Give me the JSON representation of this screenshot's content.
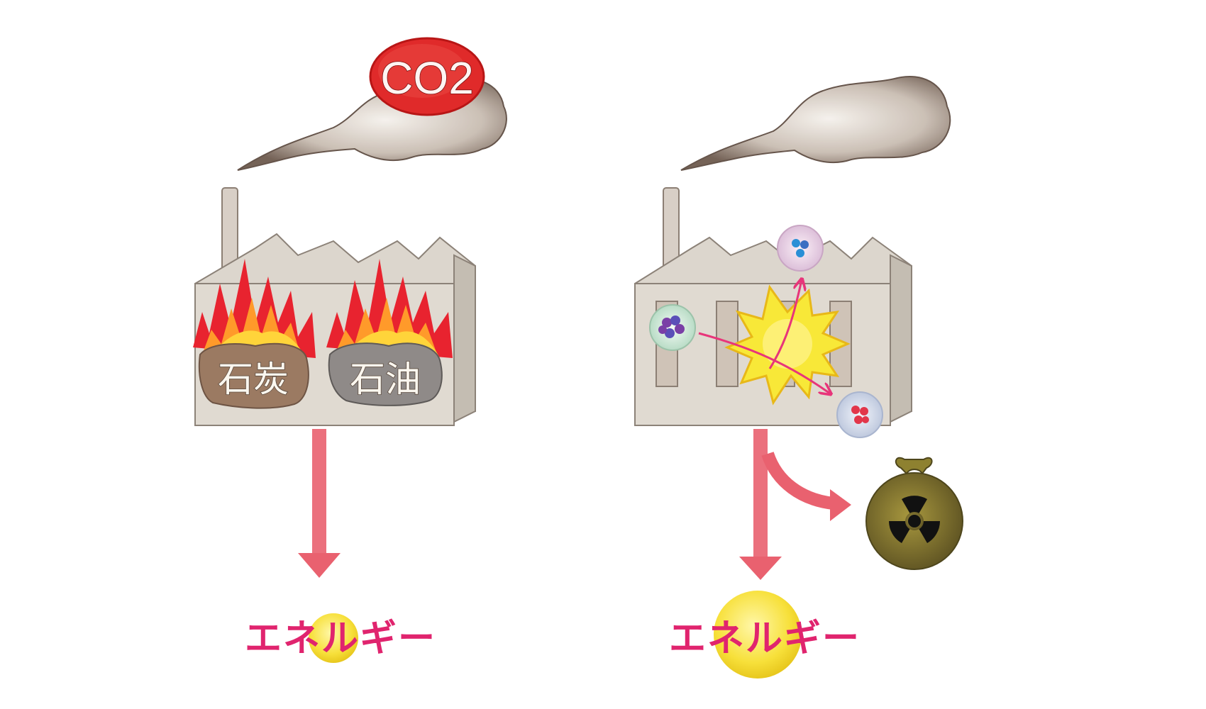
{
  "left_panel": {
    "emission_label": "CO2",
    "fuel_1": "石炭",
    "fuel_2": "石油",
    "output_label": "エネルギー"
  },
  "right_panel": {
    "output_label": "エネルギー"
  },
  "icons": [
    "smoke-cloud",
    "factory",
    "flames",
    "atom",
    "explosion",
    "radioactive-waste-bag",
    "energy-orb",
    "arrow"
  ],
  "colors": {
    "arrow": "#e9616f",
    "co2_badge": "#e02a2a",
    "energy_orb": "#f7e03a",
    "energy_text": "#e0246e",
    "smoke": "#8f7a6c",
    "factory": "#d9d4cb",
    "flame_outer": "#e8232f",
    "flame_inner": "#ffcf2e"
  }
}
